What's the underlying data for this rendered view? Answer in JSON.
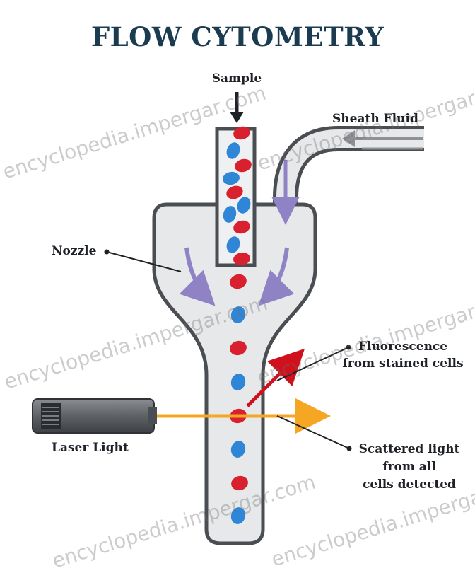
{
  "title": "FLOW CYTOMETRY",
  "labels": {
    "sample": "Sample",
    "sheath_fluid": "Sheath Fluid",
    "nozzle": "Nozzle",
    "fluorescence": [
      "Fluorescence",
      "from stained cells"
    ],
    "laser_light": "Laser Light",
    "scattered_light": [
      "Scattered light",
      "from all",
      "cells detected"
    ]
  },
  "watermark": "encyclopedia.impergar.com",
  "colors": {
    "title": "#1b3b50",
    "red_cell": "#d9202e",
    "blue_cell": "#2f86d6",
    "laser_beam": "#f5a623",
    "fluorescence_beam": "#d0101c",
    "flow_arrows": "#8f83c6",
    "chamber_fill": "#e7e8ea",
    "outline": "#4a4d52"
  }
}
